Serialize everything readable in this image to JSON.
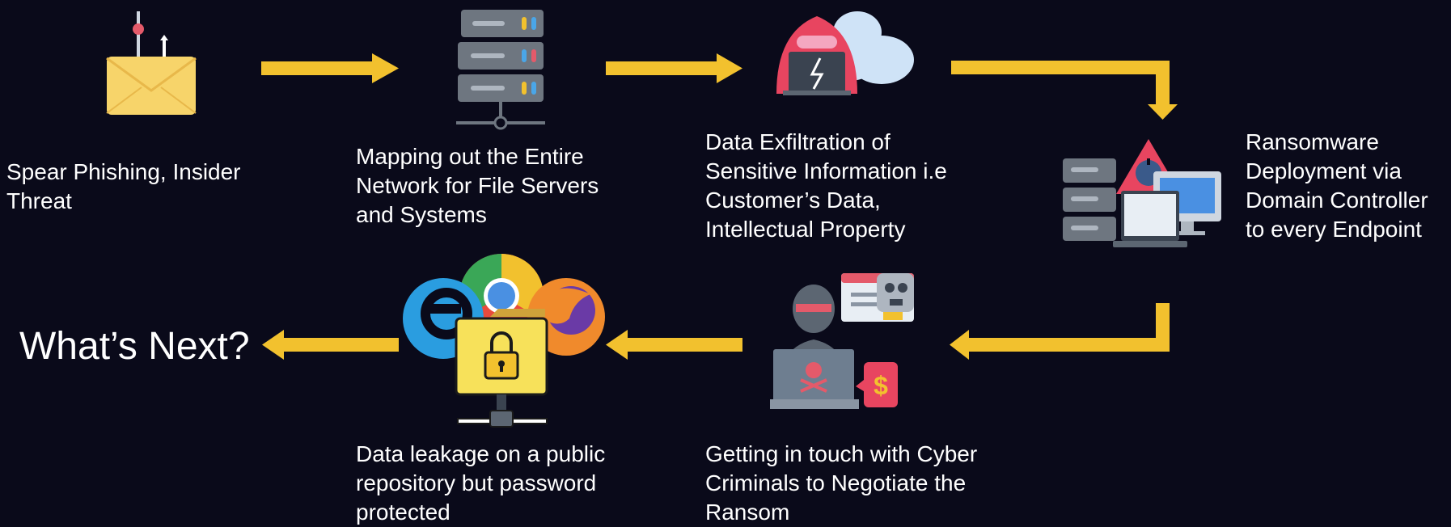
{
  "steps": [
    {
      "label": "Spear Phishing, Insider Threat",
      "icon": "phishing-envelope-icon"
    },
    {
      "label": "Mapping out the Entire Network for File Servers and Systems",
      "icon": "server-rack-icon"
    },
    {
      "label": "Data Exfiltration of Sensitive Information i.e Customer’s Data, Intellectual Property",
      "icon": "hacker-cloud-icon"
    },
    {
      "label": "Ransomware Deployment via Domain Controller to every Endpoint",
      "icon": "ransomware-devices-icon"
    },
    {
      "label": "Getting in touch with Cyber Criminals to Negotiate the Ransom",
      "icon": "cyber-criminal-ransom-icon"
    },
    {
      "label": "Data leakage on a public repository but password protected",
      "icon": "browser-locked-folder-icon"
    }
  ],
  "next_label": "What’s Next?",
  "colors": {
    "background": "#0a0a1a",
    "arrow": "#f2c12e",
    "text": "#ffffff"
  }
}
